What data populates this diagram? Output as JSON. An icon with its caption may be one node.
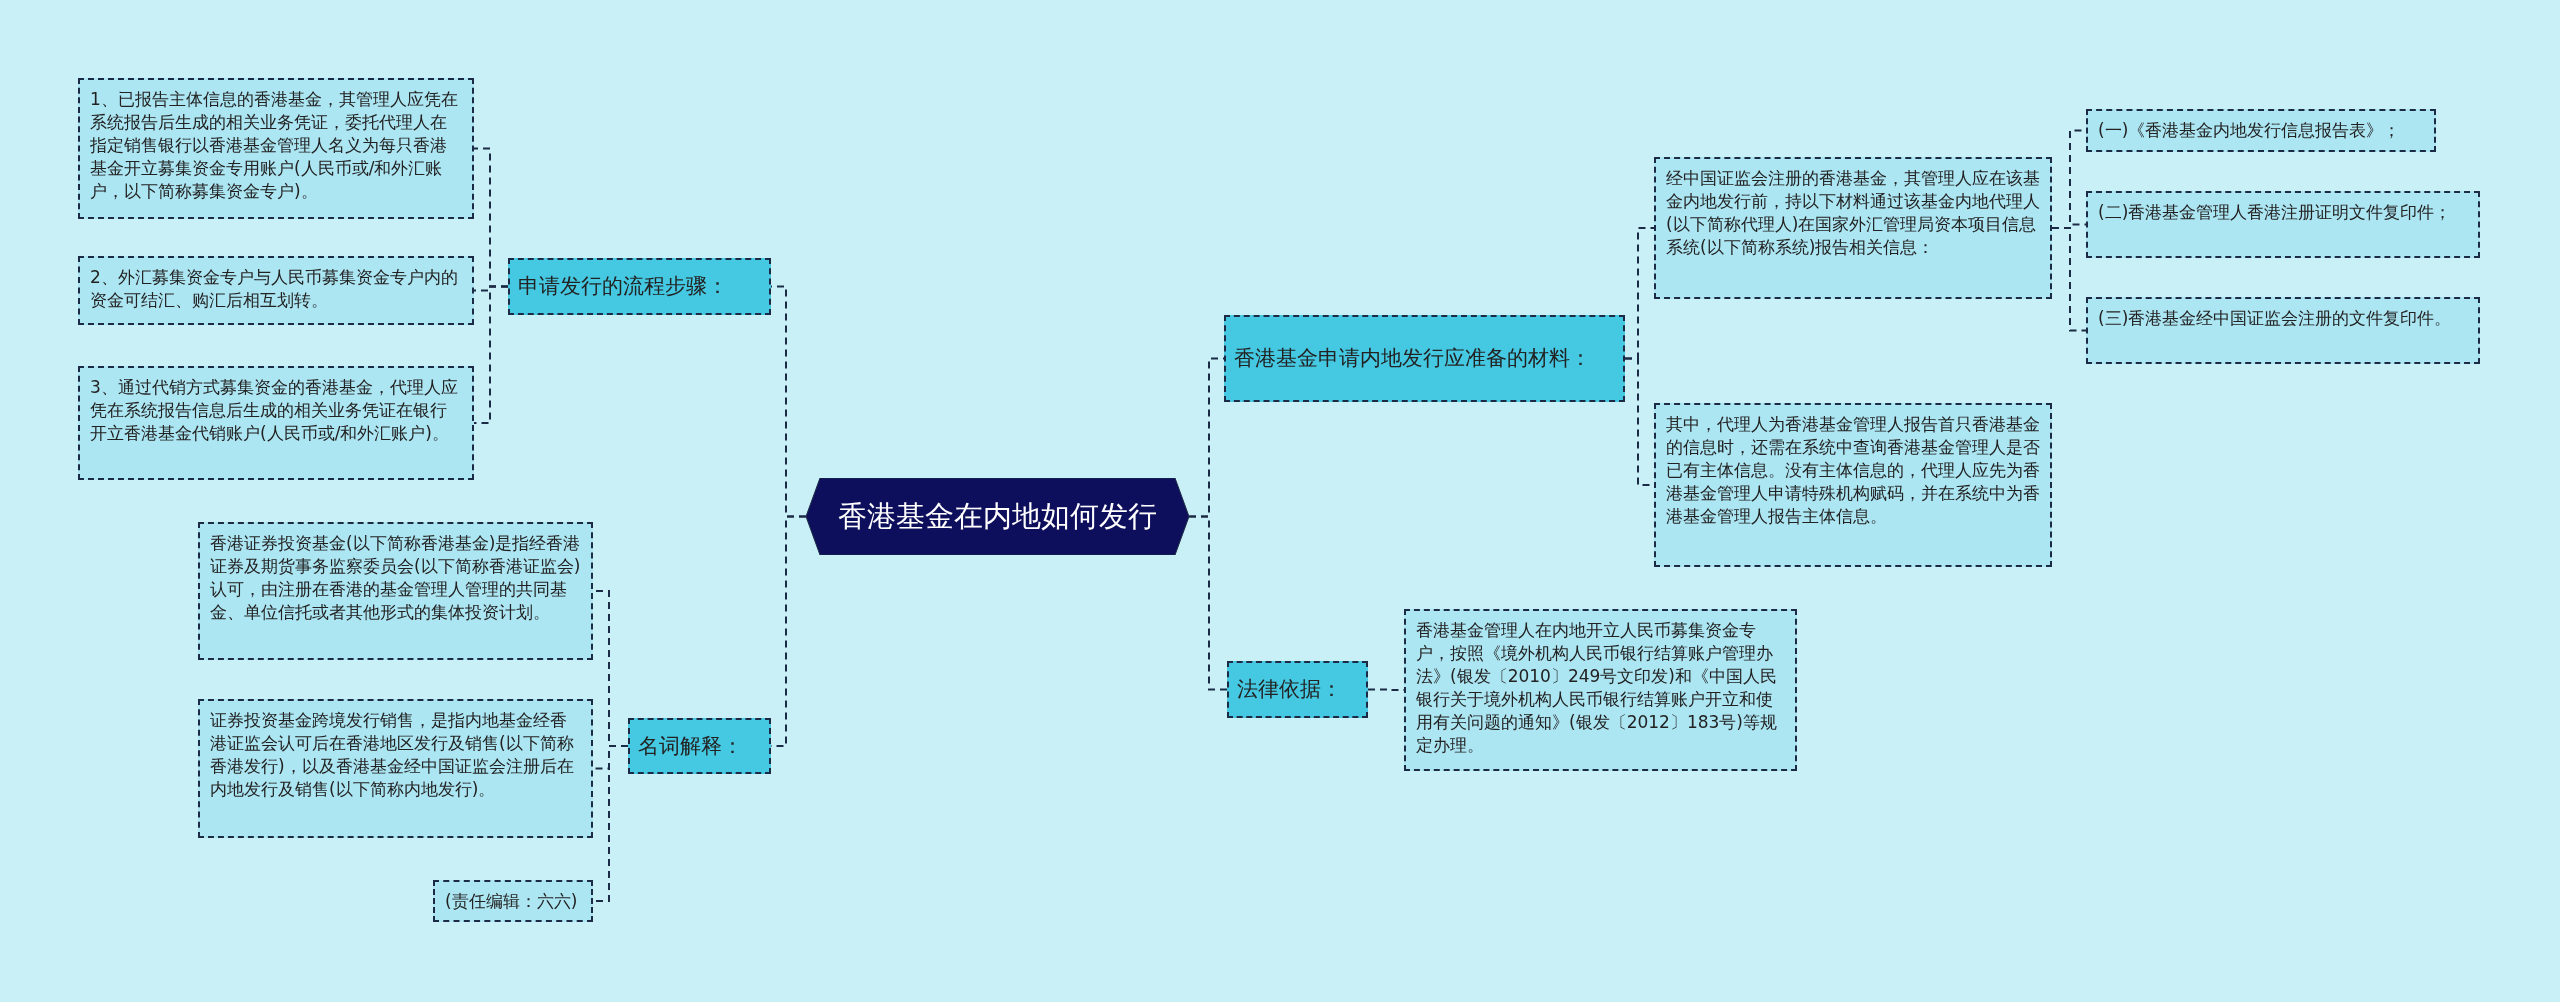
{
  "diagram": {
    "nodes": [
      {
        "text": [
          "香港基金在内地如何发行"
        ]
      },
      {
        "text": [
          "申请发行的流程步骤："
        ]
      },
      {
        "text": [
          "1、已报告主体信息的香港基金，其管理人应凭在系统报告后生成的相关业务凭证，委托代理人在指定销售银行以香港基金管理人名义为每只香港基金开立募集资金专用账户(人民币或/和外汇账户，以下简称募集资金专户)。"
        ]
      },
      {
        "text": [
          "2、外汇募集资金专户与人民币募集资金专户内的资金可结汇、购汇后相互划转。"
        ]
      },
      {
        "text": [
          "3、通过代销方式募集资金的香港基金，代理人应凭在系统报告信息后生成的相关业务凭证在银行开立香港基金代销账户(人民币或/和外汇账户)。"
        ]
      },
      {
        "text": [
          "名词解释："
        ]
      },
      {
        "text": [
          "香港证券投资基金(以下简称香港基金)是指经香港证券及期货事务监察委员会(以下简称香港证监会)认可，由注册在香港的基金管理人管理的共同基金、单位信托或者其他形式的集体投资计划。"
        ]
      },
      {
        "text": [
          "证券投资基金跨境发行销售，是指内地基金经香港证监会认可后在香港地区发行及销售(以下简称香港发行)，以及香港基金经中国证监会注册后在内地发行及销售(以下简称内地发行)。"
        ]
      },
      {
        "text": [
          "(责任编辑：六六)"
        ]
      },
      {
        "text": [
          "香港基金申请内地发行应准备的材料："
        ]
      },
      {
        "text": [
          "经中国证监会注册的香港基金，其管理人应在该基金内地发行前，持以下材料通过该基金内地代理人(以下简称代理人)在国家外汇管理局资本项目信息系统(以下简称系统)报告相关信息："
        ]
      },
      {
        "text": [
          "(一)《香港基金内地发行信息报告表》；"
        ]
      },
      {
        "text": [
          "(二)香港基金管理人香港注册证明文件复印件；"
        ]
      },
      {
        "text": [
          "(三)香港基金经中国证监会注册的文件复印件。"
        ]
      },
      {
        "text": [
          "其中，代理人为香港基金管理人报告首只香港基金的信息时，还需在系统中查询香港基金管理人是否已有主体信息。没有主体信息的，代理人应先为香港基金管理人申请特殊机构赋码，并在系统中为香港基金管理人报告主体信息。"
        ]
      },
      {
        "text": [
          "法律依据："
        ]
      },
      {
        "text": [
          "香港基金管理人在内地开立人民币募集资金专户，按照《境外机构人民币银行结算账户管理办法》(银发〔2010〕249号文印发)和《中国人民银行关于境外机构人民币银行结算账户开立和使用有关问题的通知》(银发〔2012〕183号)等规定办理。"
        ]
      }
    ],
    "edges": [
      {
        "from": 0,
        "to": 1,
        "arrow": "none"
      },
      {
        "from": 1,
        "to": 2,
        "arrow": "none"
      },
      {
        "from": 1,
        "to": 3,
        "arrow": "none"
      },
      {
        "from": 1,
        "to": 4,
        "arrow": "none"
      },
      {
        "from": 0,
        "to": 5,
        "arrow": "none"
      },
      {
        "from": 5,
        "to": 6,
        "arrow": "none"
      },
      {
        "from": 5,
        "to": 7,
        "arrow": "none"
      },
      {
        "from": 5,
        "to": 8,
        "arrow": "none"
      },
      {
        "from": 0,
        "to": 9,
        "arrow": "none"
      },
      {
        "from": 9,
        "to": 10,
        "arrow": "none"
      },
      {
        "from": 10,
        "to": 11,
        "arrow": "none"
      },
      {
        "from": 10,
        "to": 12,
        "arrow": "none"
      },
      {
        "from": 10,
        "to": 13,
        "arrow": "none"
      },
      {
        "from": 9,
        "to": 14,
        "arrow": "none"
      },
      {
        "from": 0,
        "to": 15,
        "arrow": "none"
      },
      {
        "from": 15,
        "to": 16,
        "arrow": "none"
      }
    ]
  }
}
